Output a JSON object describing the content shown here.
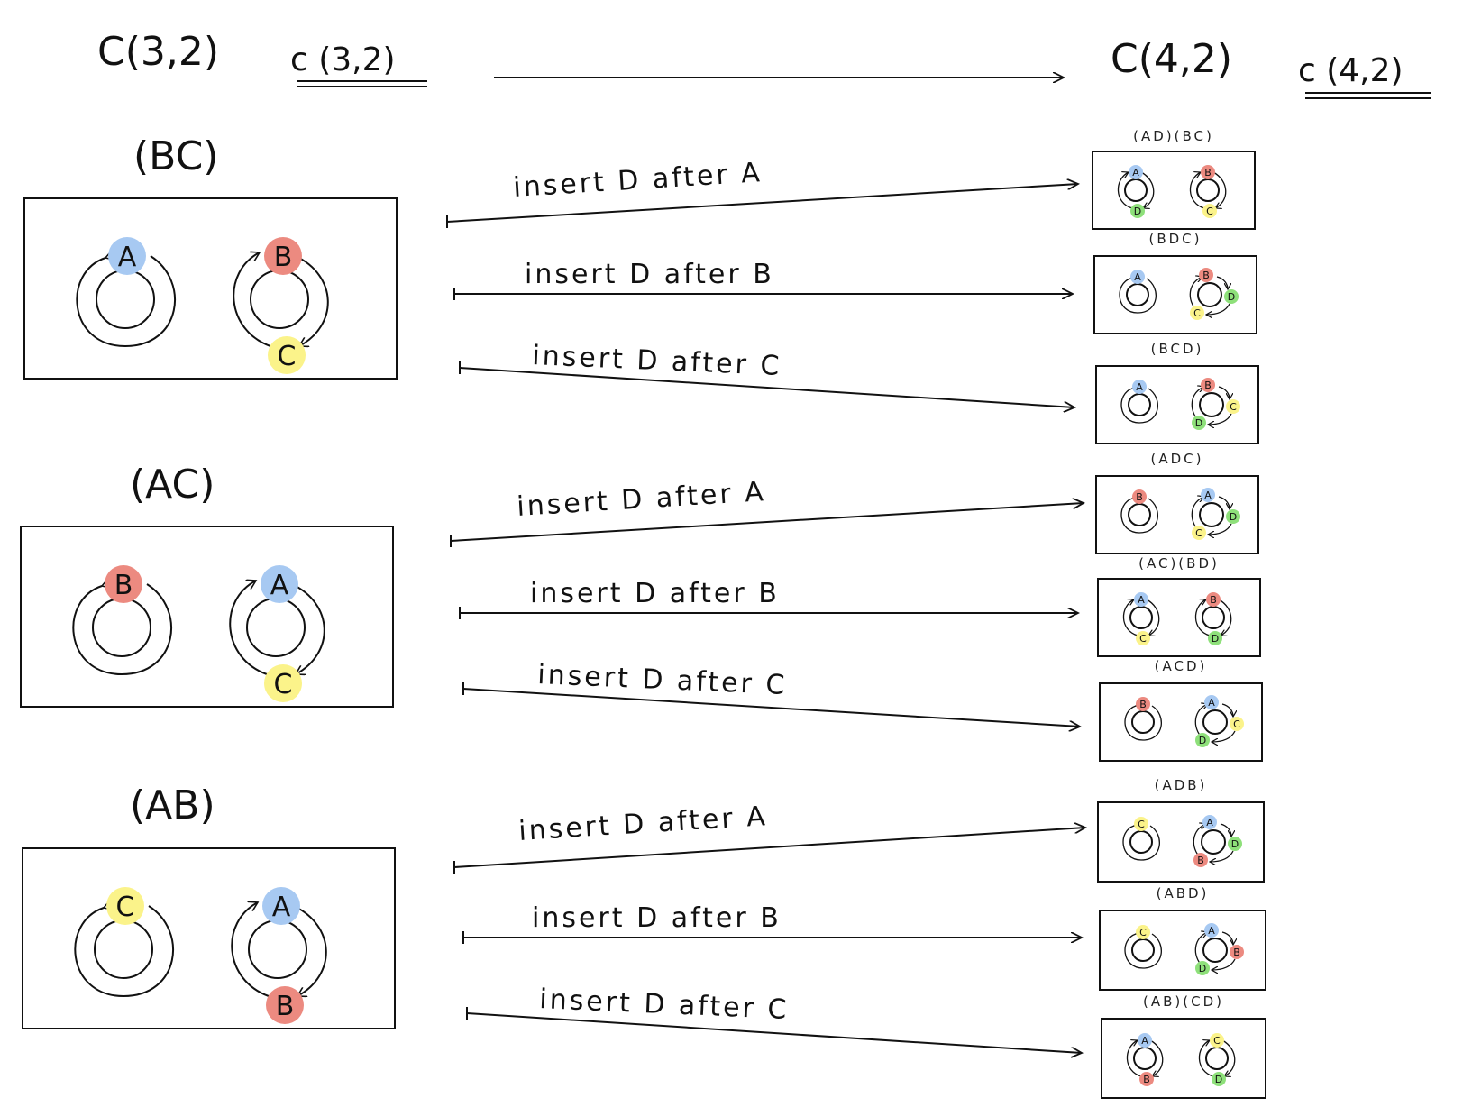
{
  "header": {
    "left_big": "C(3,2)",
    "left_small": "c (3,2)",
    "right_big": "C(4,2)",
    "right_small": "c (4,2)"
  },
  "colors": {
    "A": "#a7c9f2",
    "B": "#ec8a80",
    "C": "#fbf38a",
    "D": "#8ee07a"
  },
  "source_groups": [
    {
      "label": "(BC)",
      "fixed": {
        "name": "A"
      },
      "cycle": {
        "top": "B",
        "bottom": "C"
      },
      "arrows": [
        "insert D after A",
        "insert D after B",
        "insert D after C"
      ]
    },
    {
      "label": "(AC)",
      "fixed": {
        "name": "B"
      },
      "cycle": {
        "top": "A",
        "bottom": "C"
      },
      "arrows": [
        "insert D after A",
        "insert D after B",
        "insert D after C"
      ]
    },
    {
      "label": "(AB)",
      "fixed": {
        "name": "C"
      },
      "cycle": {
        "top": "A",
        "bottom": "B"
      },
      "arrows": [
        "insert D after A",
        "insert D after B",
        "insert D after C"
      ]
    }
  ],
  "targets": [
    {
      "label": "(AD)(BC)",
      "left": [
        "A",
        "D"
      ],
      "right": [
        "B",
        "C"
      ],
      "kind": "two-2cycles"
    },
    {
      "label": "(BDC)",
      "fixed": "A",
      "cycle": [
        "B",
        "D",
        "C"
      ],
      "kind": "fixed-3cycle"
    },
    {
      "label": "(BCD)",
      "fixed": "A",
      "cycle": [
        "B",
        "C",
        "D"
      ],
      "kind": "fixed-3cycle"
    },
    {
      "label": "(ADC)",
      "fixed": "B",
      "cycle": [
        "A",
        "D",
        "C"
      ],
      "kind": "fixed-3cycle"
    },
    {
      "label": "(AC)(BD)",
      "left": [
        "A",
        "C"
      ],
      "right": [
        "B",
        "D"
      ],
      "kind": "two-2cycles"
    },
    {
      "label": "(ACD)",
      "fixed": "B",
      "cycle": [
        "A",
        "C",
        "D"
      ],
      "kind": "fixed-3cycle"
    },
    {
      "label": "(ADB)",
      "fixed": "C",
      "cycle": [
        "A",
        "D",
        "B"
      ],
      "kind": "fixed-3cycle"
    },
    {
      "label": "(ABD)",
      "fixed": "C",
      "cycle": [
        "A",
        "B",
        "D"
      ],
      "kind": "fixed-3cycle"
    },
    {
      "label": "(AB)(CD)",
      "left": [
        "A",
        "B"
      ],
      "right": [
        "C",
        "D"
      ],
      "kind": "two-2cycles"
    }
  ]
}
